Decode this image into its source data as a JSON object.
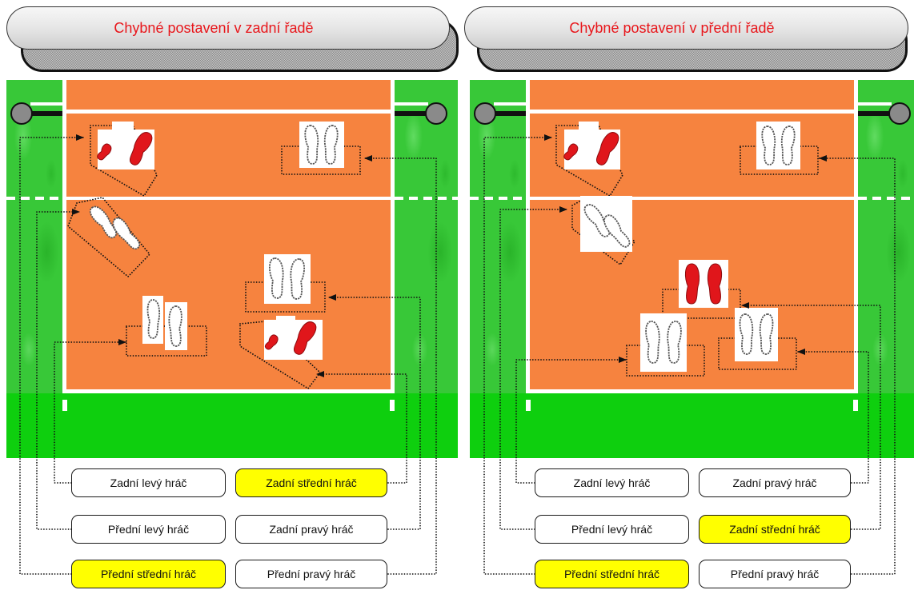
{
  "panels": [
    {
      "title": "Chybné postavení v zadní řadě",
      "labels": [
        {
          "text": "Zadní levý hráč",
          "highlighted": false
        },
        {
          "text": "Zadní střední hráč",
          "highlighted": true
        },
        {
          "text": "Přední levý hráč",
          "highlighted": false
        },
        {
          "text": "Zadní pravý hráč",
          "highlighted": false
        },
        {
          "text": "Přední střední hráč",
          "highlighted": true
        },
        {
          "text": "Přední pravý hráč",
          "highlighted": false
        }
      ]
    },
    {
      "title": "Chybné postavení v přední řadě",
      "labels": [
        {
          "text": "Zadní levý hráč",
          "highlighted": false
        },
        {
          "text": "Zadní pravý hráč",
          "highlighted": false
        },
        {
          "text": "Přední levý hráč",
          "highlighted": false
        },
        {
          "text": "Zadní střední hráč",
          "highlighted": true
        },
        {
          "text": "Přední střední hráč",
          "highlighted": true
        },
        {
          "text": "Přední pravý hráč",
          "highlighted": false
        }
      ]
    }
  ],
  "colors": {
    "title_text": "#e8161b",
    "highlight": "#ffff00",
    "court": "#f6833f",
    "grass": "#0ecf0e",
    "fault_footprint": "#e0161b"
  }
}
